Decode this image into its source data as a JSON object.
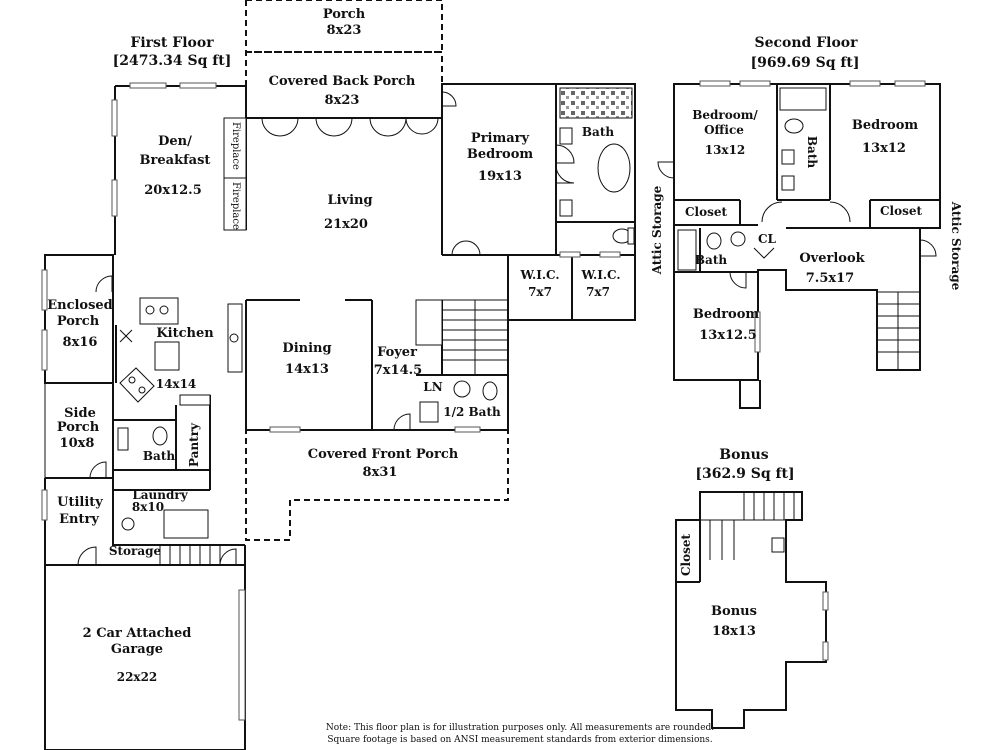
{
  "first_floor": {
    "heading": "First Floor",
    "area": "[2473.34 Sq ft]",
    "rooms": {
      "porch": {
        "name": "Porch",
        "size": "8x23"
      },
      "covered_back_porch": {
        "name": "Covered Back Porch",
        "size": "8x23"
      },
      "den_line1": "Den/",
      "den_line2": "Breakfast",
      "den_size": "20x12.5",
      "fireplace1": "Fireplace",
      "fireplace2": "Fireplace",
      "living": {
        "name": "Living",
        "size": "21x20"
      },
      "primary_line1": "Primary",
      "primary_line2": "Bedroom",
      "primary_size": "19x13",
      "primary_bath": "Bath",
      "wic1": {
        "name": "W.I.C.",
        "size": "7x7"
      },
      "wic2": {
        "name": "W.I.C.",
        "size": "7x7"
      },
      "enclosed_line1": "Enclosed",
      "enclosed_line2": "Porch",
      "enclosed_size": "8x16",
      "kitchen": {
        "name": "Kitchen",
        "size": "14x14"
      },
      "dining": {
        "name": "Dining",
        "size": "14x13"
      },
      "foyer": {
        "name": "Foyer",
        "size": "7x14.5"
      },
      "ln": "LN",
      "half_bath": "1/2 Bath",
      "side_line1": "Side",
      "side_line2": "Porch",
      "side_size": "10x8",
      "bath": "Bath",
      "pantry": "Pantry",
      "covered_front_porch": {
        "name": "Covered Front Porch",
        "size": "8x31"
      },
      "utility_line1": "Utility",
      "utility_line2": "Entry",
      "laundry": {
        "name": "Laundry",
        "size": "8x10"
      },
      "storage": "Storage",
      "garage_line1": "2 Car Attached",
      "garage_line2": "Garage",
      "garage_size": "22x22"
    }
  },
  "second_floor": {
    "heading": "Second Floor",
    "area": "[969.69 Sq ft]",
    "rooms": {
      "bed_office_line1": "Bedroom/",
      "bed_office_line2": "Office",
      "bed_office_size": "13x12",
      "bedroom_ne": {
        "name": "Bedroom",
        "size": "13x12"
      },
      "bath_center": "Bath",
      "closet_left": "Closet",
      "closet_right": "Closet",
      "attic_left": "Attic Storage",
      "attic_right": "Attic Storage",
      "bath_lower": "Bath",
      "cl": "CL",
      "overlook": {
        "name": "Overlook",
        "size": "7.5x17"
      },
      "bedroom_sw": {
        "name": "Bedroom",
        "size": "13x12.5"
      }
    }
  },
  "bonus": {
    "heading": "Bonus",
    "area": "[362.9 Sq ft]",
    "rooms": {
      "closet": "Closet",
      "bonus": {
        "name": "Bonus",
        "size": "18x13"
      }
    }
  },
  "note": {
    "line1": "Note: This floor plan is for illustration purposes only. All measurements are rounded.",
    "line2": "Square footage is based on ANSI measurement standards from exterior dimensions."
  }
}
